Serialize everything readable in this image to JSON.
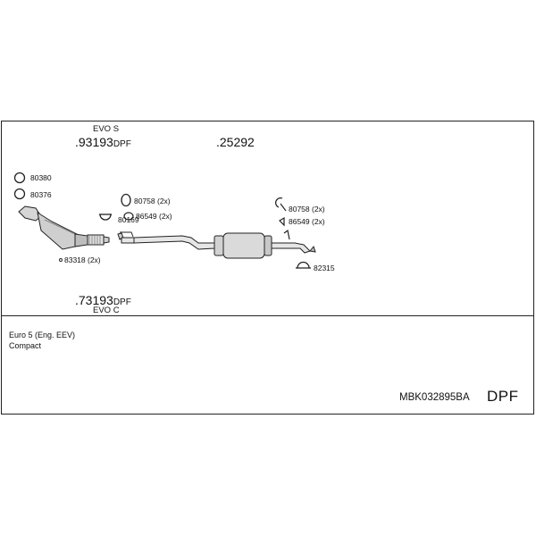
{
  "top_assembly": {
    "evo_label": "EVO S",
    "part_prefix": ".",
    "part_number": "93193",
    "part_suffix": "DPF"
  },
  "rear_assembly": {
    "part_prefix": ".",
    "part_number": "25292"
  },
  "bottom_assembly": {
    "part_prefix": ".",
    "part_number": "73193",
    "part_suffix": "DPF",
    "evo_label": "EVO C"
  },
  "components": {
    "gasket_1": "80380",
    "gasket_2": "80376",
    "clamp_mid_1": "80758 (2x)",
    "clamp_mid_2": "86549 (2x)",
    "clamp_mid_3": "80169",
    "clamp_rear_1": "80758 (2x)",
    "clamp_rear_2": "86549 (2x)",
    "clamp_rear_3": "82315",
    "clamp_front": "83318 (2x)"
  },
  "footer": {
    "spec_line_1": "Euro 5 (Eng. EEV)",
    "spec_line_2": "Compact",
    "kit_code": "MBK032895BA",
    "badge": "DPF"
  }
}
